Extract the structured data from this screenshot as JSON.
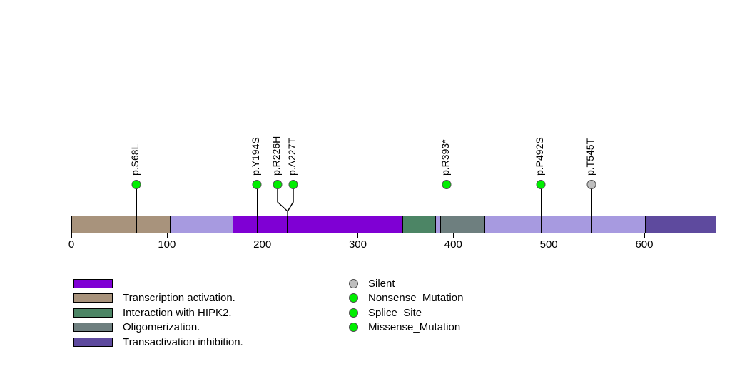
{
  "chart_data": {
    "type": "lollipop",
    "title": "",
    "xlabel": "",
    "ylabel": "",
    "protein_length": 675,
    "axis": {
      "min": 0,
      "max": 675,
      "ticks": [
        0,
        100,
        200,
        300,
        400,
        500,
        600
      ],
      "tick_labels": [
        "0",
        "100",
        "200",
        "300",
        "400",
        "500",
        "600"
      ],
      "grid": false
    },
    "mutations": [
      {
        "label": "p.S68L",
        "position": 68,
        "type": "Missense_Mutation",
        "color": "#00EE00",
        "count": 1
      },
      {
        "label": "p.Y194S",
        "position": 194,
        "type": "Missense_Mutation",
        "color": "#00EE00",
        "count": 1
      },
      {
        "label": "p.R226H",
        "position": 226,
        "type": "Missense_Mutation",
        "color": "#00EE00",
        "count": 1
      },
      {
        "label": "p.A227T",
        "position": 227,
        "type": "Missense_Mutation",
        "color": "#00EE00",
        "count": 1
      },
      {
        "label": "p.R393*",
        "position": 393,
        "type": "Nonsense_Mutation",
        "color": "#00EE00",
        "count": 1
      },
      {
        "label": "p.P492S",
        "position": 492,
        "type": "Missense_Mutation",
        "color": "#00EE00",
        "count": 1
      },
      {
        "label": "p.T545T",
        "position": 545,
        "type": "Silent",
        "color": "#BEBEBE",
        "count": 1
      }
    ],
    "domains": [
      {
        "name": "",
        "start": 0,
        "end": 68,
        "color": "#A8937C"
      },
      {
        "name": "Transcription activation.",
        "start": 68,
        "end": 103,
        "color": "#A8937C"
      },
      {
        "name": "",
        "start": 103,
        "end": 169,
        "color": "#A79AE0"
      },
      {
        "name": "",
        "start": 169,
        "end": 194,
        "color": "#7F00D4"
      },
      {
        "name": "",
        "start": 194,
        "end": 226,
        "color": "#7F00D4"
      },
      {
        "name": "",
        "start": 226,
        "end": 347,
        "color": "#7F00D4"
      },
      {
        "name": "Interaction with HIPK2.",
        "start": 347,
        "end": 381,
        "color": "#4C8565"
      },
      {
        "name": "",
        "start": 381,
        "end": 386,
        "color": "#A79AE0"
      },
      {
        "name": "Oligomerization.",
        "start": 386,
        "end": 433,
        "color": "#6E7F7F"
      },
      {
        "name": "",
        "start": 433,
        "end": 601,
        "color": "#A79AE0"
      },
      {
        "name": "Transactivation inhibition.",
        "start": 601,
        "end": 675,
        "color": "#5E4A9E"
      }
    ],
    "legend": {
      "position": "bottom",
      "domains": [
        {
          "label": "",
          "color": "#7F00D4"
        },
        {
          "label": "Transcription activation.",
          "color": "#A8937C"
        },
        {
          "label": "Interaction with HIPK2.",
          "color": "#4C8565"
        },
        {
          "label": "Oligomerization.",
          "color": "#6E7F7F"
        },
        {
          "label": "Transactivation inhibition.",
          "color": "#5E4A9E"
        }
      ],
      "mutation_types": [
        {
          "label": "Silent",
          "color": "#BEBEBE"
        },
        {
          "label": "Nonsense_Mutation",
          "color": "#00EE00"
        },
        {
          "label": "Splice_Site",
          "color": "#00EE00"
        },
        {
          "label": "Missense_Mutation",
          "color": "#00EE00"
        }
      ]
    }
  }
}
